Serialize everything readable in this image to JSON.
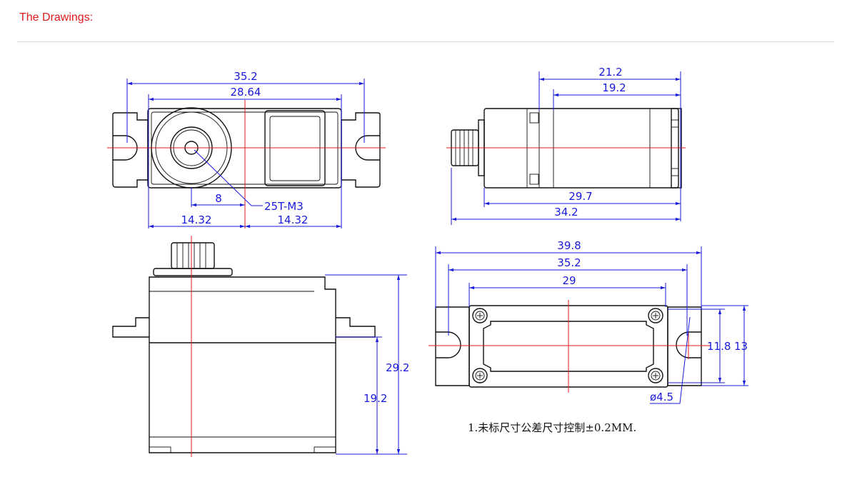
{
  "header": {
    "title": "The Drawings:"
  },
  "colors": {
    "title": "#e0191d",
    "dimension": "#1a1adb",
    "centerline": "#e0191d",
    "outline": "#111111"
  },
  "top_view": {
    "overall_width": "35.2",
    "hole_spacing": "28.64",
    "offset_8": "8",
    "half_left": "14.32",
    "half_right": "14.32",
    "spline_label": "25T-M3"
  },
  "side_view": {
    "top_21": "21.2",
    "top_19": "19.2",
    "bottom_29": "29.7",
    "bottom_34": "34.2"
  },
  "front_view": {
    "height_total": "29.2",
    "height_mount": "19.2"
  },
  "bottom_view": {
    "width_39": "39.8",
    "width_35": "35.2",
    "width_29": "29",
    "height_11": "11.8",
    "height_13": "13",
    "hole_dia": "ø4.5"
  },
  "note": "1.未标尺寸公差尺寸控制±0.2MM."
}
